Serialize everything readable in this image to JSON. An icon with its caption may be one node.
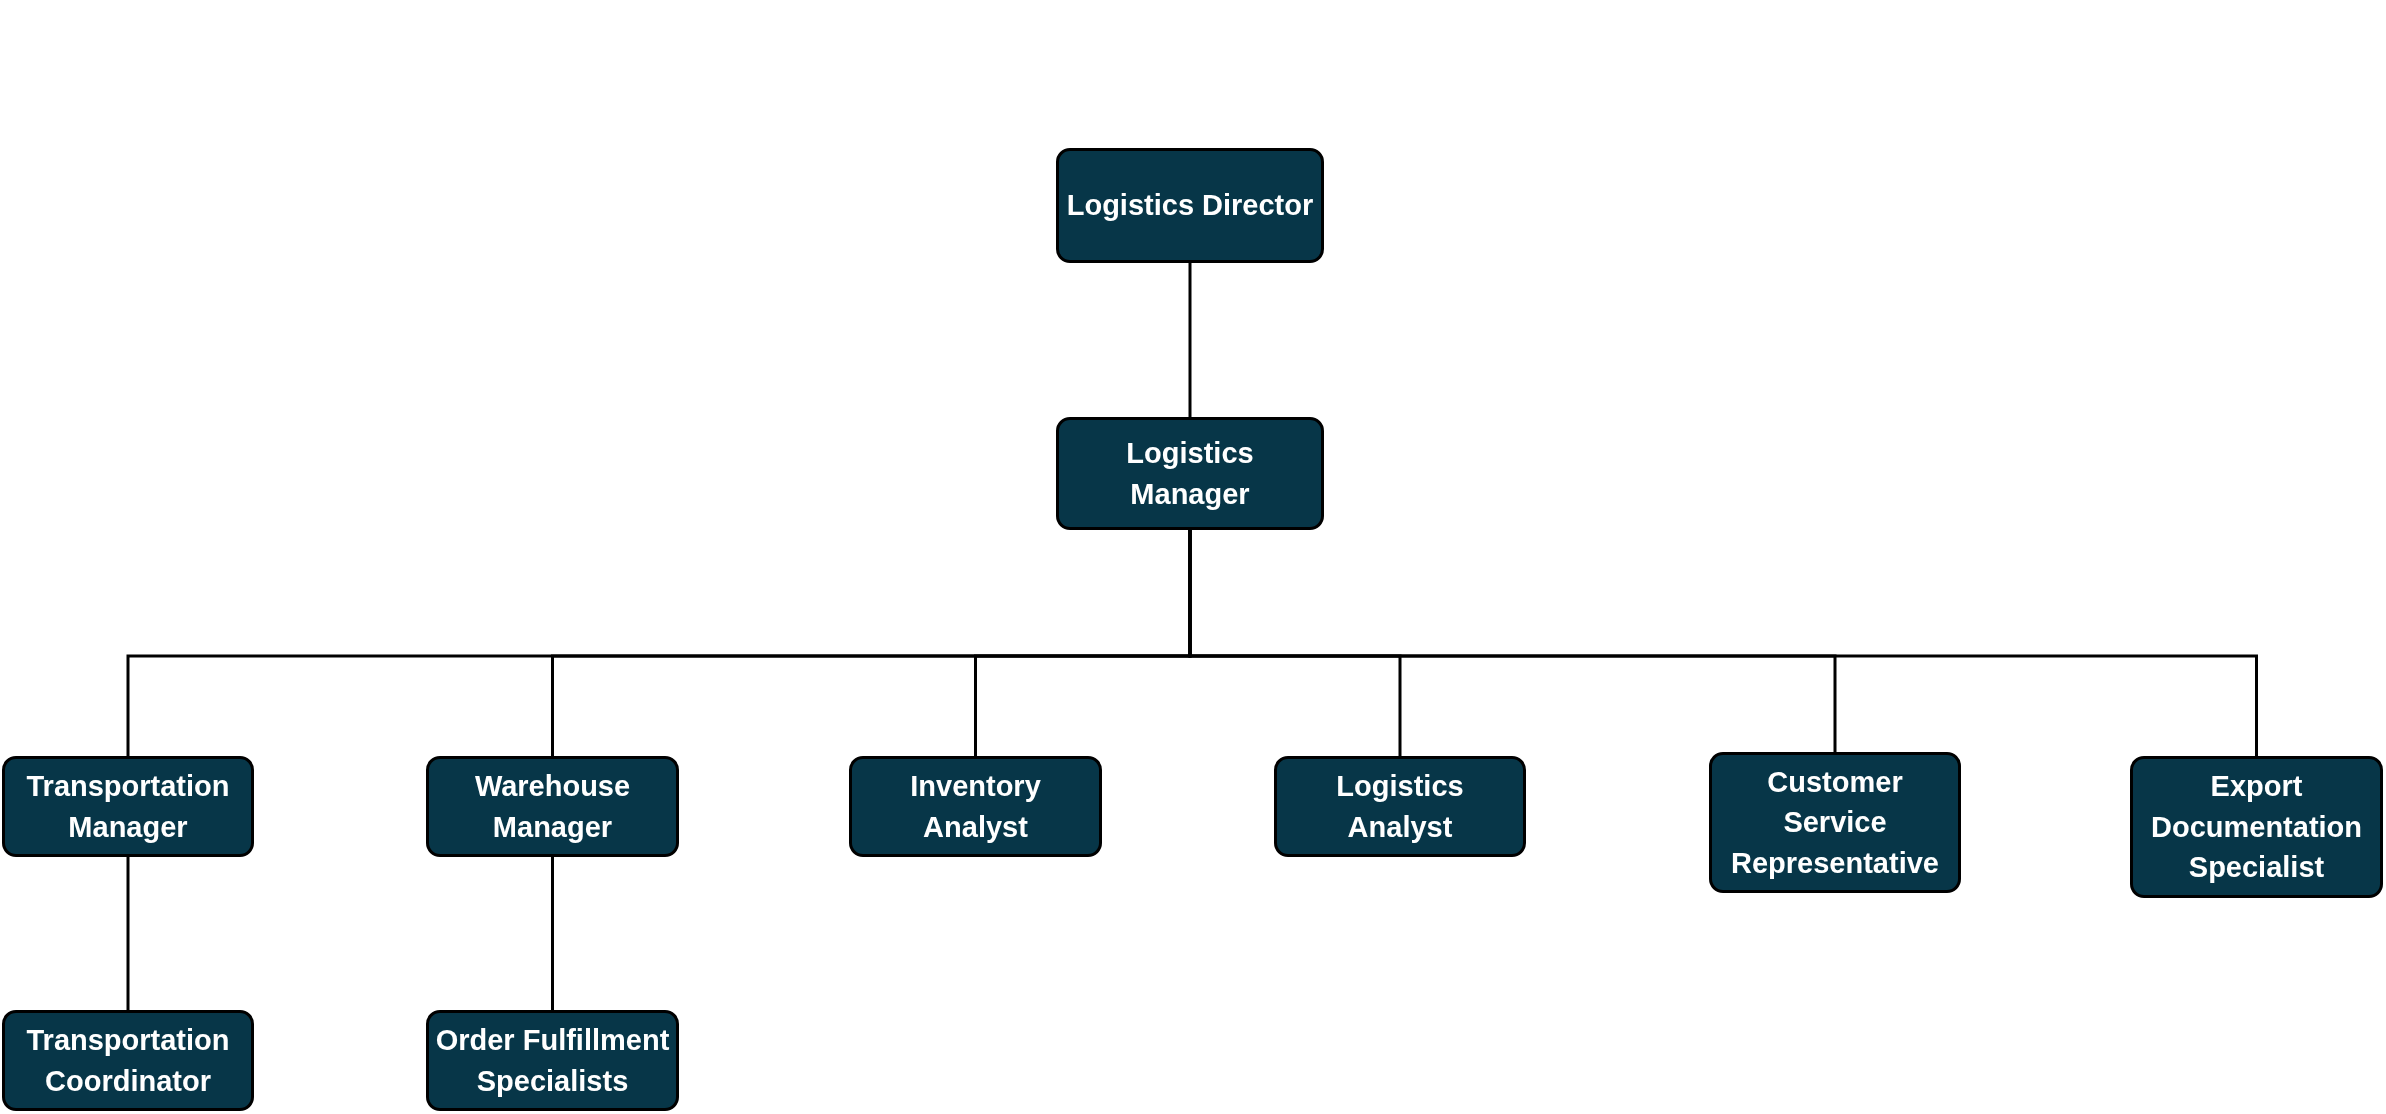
{
  "diagram": {
    "nodes": [
      {
        "text": [
          "Logistics Director"
        ]
      },
      {
        "text": [
          "Logistics Manager"
        ]
      },
      {
        "text": [
          "Transportation Manager"
        ]
      },
      {
        "text": [
          "Warehouse Manager"
        ]
      },
      {
        "text": [
          "Inventory Analyst"
        ]
      },
      {
        "text": [
          "Logistics Analyst"
        ]
      },
      {
        "text": [
          "Customer Service Representative"
        ]
      },
      {
        "text": [
          "Export Documentation Specialist"
        ]
      },
      {
        "text": [
          "Transportation Coordinator"
        ]
      },
      {
        "text": [
          "Order Fulfillment Specialists"
        ]
      }
    ],
    "edges": [
      {
        "from": 0,
        "to": 1,
        "arrow": "none"
      },
      {
        "from": 1,
        "to": 2,
        "arrow": "none"
      },
      {
        "from": 1,
        "to": 3,
        "arrow": "none"
      },
      {
        "from": 1,
        "to": 4,
        "arrow": "none"
      },
      {
        "from": 1,
        "to": 5,
        "arrow": "none"
      },
      {
        "from": 1,
        "to": 6,
        "arrow": "none"
      },
      {
        "from": 1,
        "to": 7,
        "arrow": "none"
      },
      {
        "from": 2,
        "to": 8,
        "arrow": "none"
      },
      {
        "from": 3,
        "to": 9,
        "arrow": "none"
      }
    ]
  }
}
